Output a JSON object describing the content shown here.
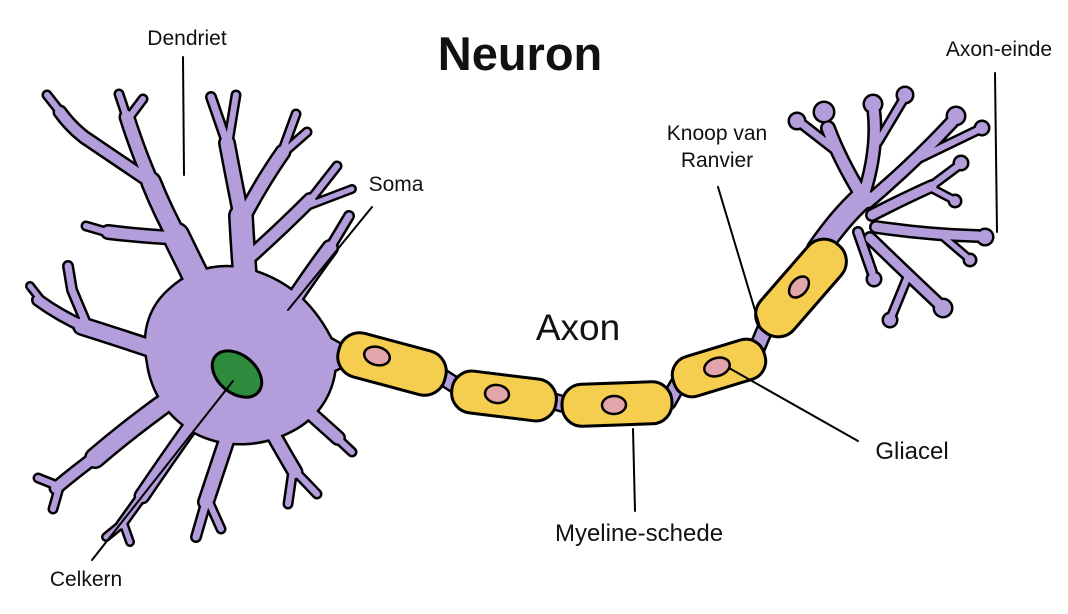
{
  "title": "Neuron",
  "labels": {
    "dendrite": "Dendriet",
    "soma": "Soma",
    "axon": "Axon",
    "node_of_ranvier_line1": "Knoop van",
    "node_of_ranvier_line2": "Ranvier",
    "axon_terminal": "Axon-einde",
    "glial_cell": "Gliacel",
    "myelin_sheath": "Myeline-schede",
    "cell_nucleus": "Celkern"
  },
  "colors": {
    "neuron_body": "#B39DDB",
    "myelin_sheath": "#F5CD4F",
    "glial_nucleus": "#E2A6AA",
    "cell_nucleus": "#2E8B3D",
    "outline": "#000000",
    "label_text": "#111111",
    "background": "#FFFFFF"
  },
  "structure_note": "Labeled diagram of a neuron: purple soma with branching dendrites and green nucleus on the left, chain of five yellow myelin segments (each with a pink glial nucleus) along the axon, purple nodes of Ranvier between segments, purple branching axon terminal at upper right."
}
